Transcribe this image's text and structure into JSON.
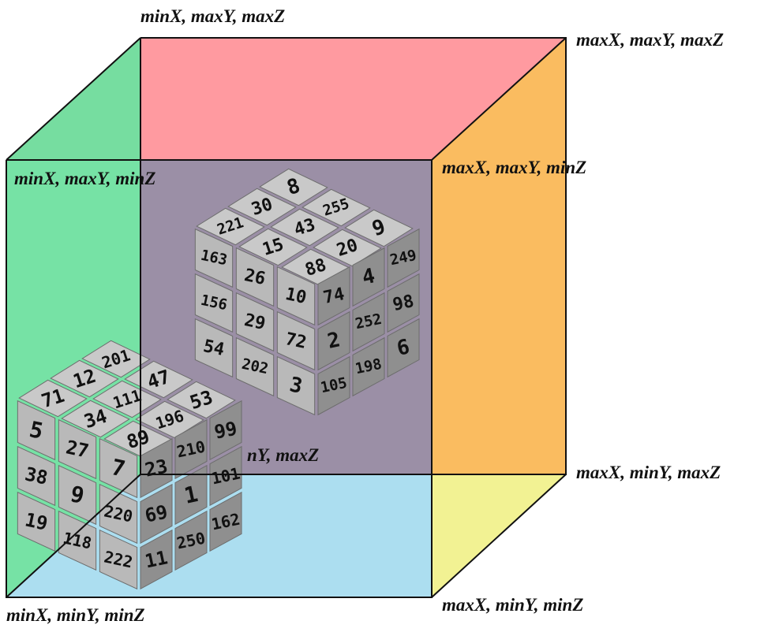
{
  "labels": {
    "min_x_max_y_max_z": "minX, maxY, maxZ",
    "max_x_max_y_max_z": "maxX, maxY, maxZ",
    "min_x_max_y_min_z": "minX, maxY, minZ",
    "max_x_max_y_min_z": "maxX, maxY, minZ",
    "max_x_min_y_max_z": "maxX, minY, maxZ",
    "hidden_min_y_max_z": "nY, maxZ",
    "min_x_min_y_min_z": "minX, minY, minZ",
    "max_x_min_y_min_z": "maxX, minY, minZ"
  },
  "colors": {
    "top": "#ff9aa0",
    "left": "#6fe0a0",
    "right": "#ffbf5c",
    "bottom": "#a8dcef",
    "back": "#9b8fa6",
    "yellow": "#f9f48a",
    "edge": "#111111",
    "cube_top": "#c9c9c9",
    "cube_left": "#b9b9b9",
    "cube_right": "#8f8f8f"
  },
  "back_cube": {
    "top": [
      "8",
      "255",
      "9",
      "30",
      "43",
      "20",
      "221",
      "15",
      "88"
    ],
    "left": [
      "163",
      "26",
      "10",
      "156",
      "29",
      "72",
      "54",
      "202",
      "3"
    ],
    "right": [
      "74",
      "4",
      "249",
      "2",
      "252",
      "98",
      "105",
      "198",
      "6"
    ]
  },
  "front_cube": {
    "top": [
      "201",
      "47",
      "53",
      "12",
      "111",
      "196",
      "71",
      "34",
      "89"
    ],
    "left": [
      "5",
      "27",
      "7",
      "38",
      "9",
      "220",
      "19",
      "118",
      "222"
    ],
    "right": [
      "23",
      "210",
      "99",
      "69",
      "1",
      "101",
      "11",
      "250",
      "162"
    ]
  }
}
